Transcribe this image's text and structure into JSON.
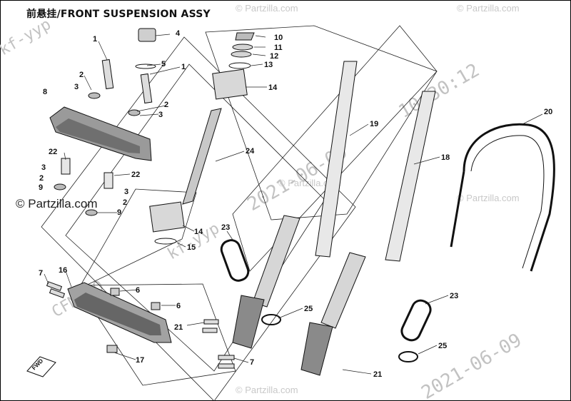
{
  "title": "前悬挂/FRONT SUSPENSION ASSY",
  "watermarks": {
    "copyright": "© Partzilla.com",
    "brand": "© Partzilla.com",
    "date": "2021-06-09",
    "time": "10:30:12",
    "operator": "kf-yyp",
    "maker": "CFMOTO"
  },
  "callouts": [
    "1",
    "1",
    "2",
    "2",
    "2",
    "2",
    "3",
    "3",
    "3",
    "3",
    "4",
    "5",
    "6",
    "6",
    "7",
    "7",
    "8",
    "9",
    "9",
    "10",
    "11",
    "12",
    "13",
    "14",
    "14",
    "15",
    "16",
    "17",
    "18",
    "19",
    "20",
    "21",
    "21",
    "22",
    "22",
    "23",
    "23",
    "24",
    "25",
    "25"
  ],
  "badge": "FWD"
}
